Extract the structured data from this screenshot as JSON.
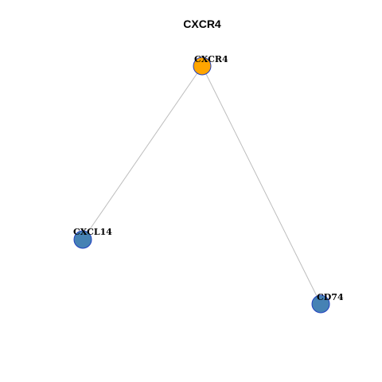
{
  "title": "CXCR4",
  "colors": {
    "hub": "#FFA500",
    "target": "#4682B4",
    "node_border": "#1f3fbf",
    "edge": "#bdbdbd"
  },
  "nodes": [
    {
      "id": "CXCR4",
      "label": "CXCR4",
      "role": "hub"
    },
    {
      "id": "CXCL14",
      "label": "CXCL14",
      "role": "target"
    },
    {
      "id": "CD74",
      "label": "CD74",
      "role": "target"
    }
  ],
  "edges": [
    {
      "source": "CXCR4",
      "target": "CXCL14"
    },
    {
      "source": "CXCR4",
      "target": "CD74"
    }
  ]
}
